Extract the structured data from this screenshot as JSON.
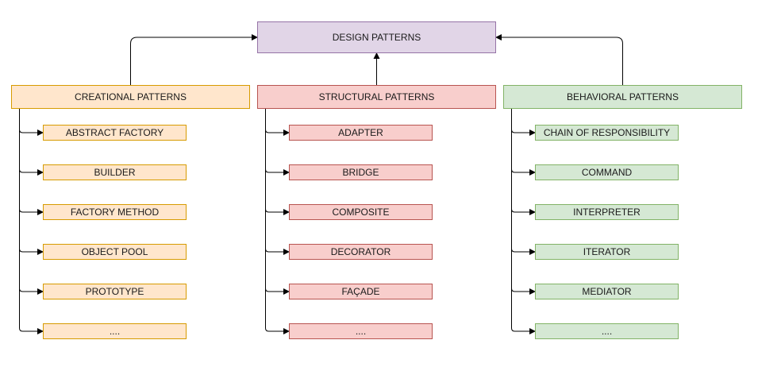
{
  "root": {
    "label": "DESIGN PATTERNS"
  },
  "colors": {
    "root_fill": "#e1d5e7",
    "root_stroke": "#9673a6",
    "creational_fill": "#ffe6cc",
    "creational_stroke": "#d79b00",
    "structural_fill": "#f8cecc",
    "structural_stroke": "#b85450",
    "behavioral_fill": "#d5e8d4",
    "behavioral_stroke": "#82b366",
    "connector": "#000000"
  },
  "categories": [
    {
      "id": "creational",
      "label": "CREATIONAL PATTERNS",
      "items": [
        "ABSTRACT FACTORY",
        "BUILDER",
        "FACTORY METHOD",
        "OBJECT POOL",
        "PROTOTYPE",
        "...."
      ]
    },
    {
      "id": "structural",
      "label": "STRUCTURAL PATTERNS",
      "items": [
        "ADAPTER",
        "BRIDGE",
        "COMPOSITE",
        "DECORATOR",
        "FAÇADE",
        "...."
      ]
    },
    {
      "id": "behavioral",
      "label": "BEHAVIORAL PATTERNS",
      "items": [
        "CHAIN OF RESPONSIBILITY",
        "COMMAND",
        "INTERPRETER",
        "ITERATOR",
        "MEDIATOR",
        "...."
      ]
    }
  ]
}
